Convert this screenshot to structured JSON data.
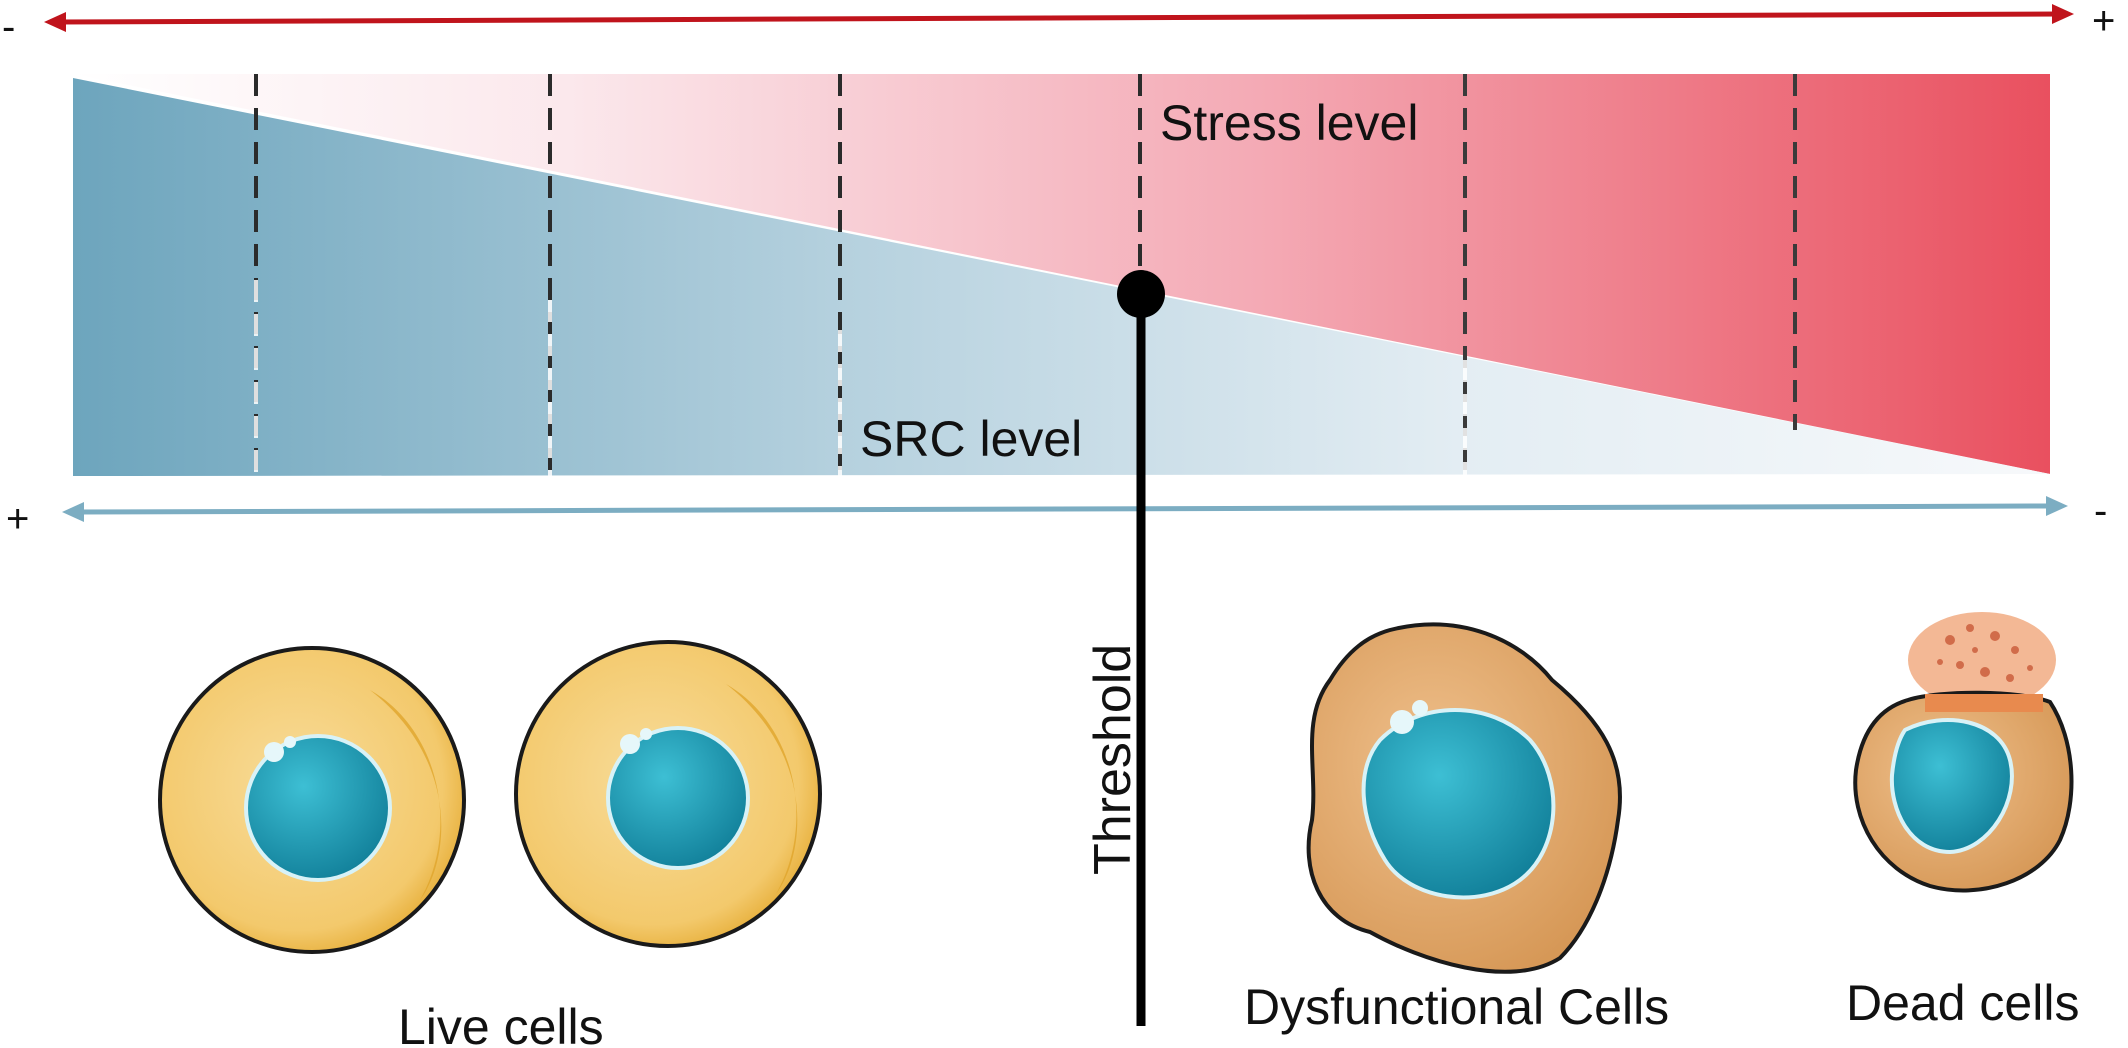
{
  "diagram": {
    "stress_axis": {
      "minus_sign": "-",
      "plus_sign": "+"
    },
    "src_axis": {
      "plus_sign": "+",
      "minus_sign": "-"
    },
    "stress_label": "Stress level",
    "src_label": "SRC level",
    "threshold_label": "Threshold",
    "cell_labels": {
      "live": "Live cells",
      "dysfunctional": "Dysfunctional Cells",
      "dead": "Dead cells"
    }
  },
  "colors": {
    "stress_high": "#e9505f",
    "stress_low": "#fbe7ec",
    "src_high": "#6da5bd",
    "src_low": "#f3f6fa",
    "stress_arrow": "#c0141c",
    "src_arrow": "#7cadc2",
    "cell_live_body": "#f5cf7c",
    "cell_live_rim": "#e3a92f",
    "cell_dys_body": "#e8b07a",
    "nucleus": "#1ba2bc"
  }
}
